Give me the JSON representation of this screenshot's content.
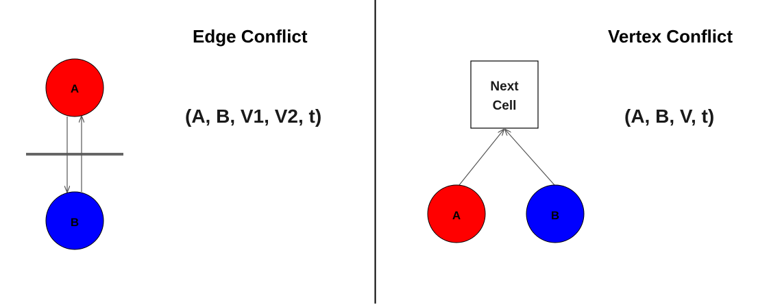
{
  "colors": {
    "agent_a": "#ff0000",
    "agent_b": "#0000ff",
    "divider": "#000000",
    "barrier": "#666666",
    "arrow": "#555555"
  },
  "edge_conflict": {
    "title": "Edge Conflict",
    "tuple": "(A, B, V1, V2, t)",
    "agent_a_label": "A",
    "agent_b_label": "B"
  },
  "vertex_conflict": {
    "title": "Vertex Conflict",
    "tuple": "(A, B, V, t)",
    "cell_line1": "Next",
    "cell_line2": "Cell",
    "agent_a_label": "A",
    "agent_b_label": "B"
  }
}
